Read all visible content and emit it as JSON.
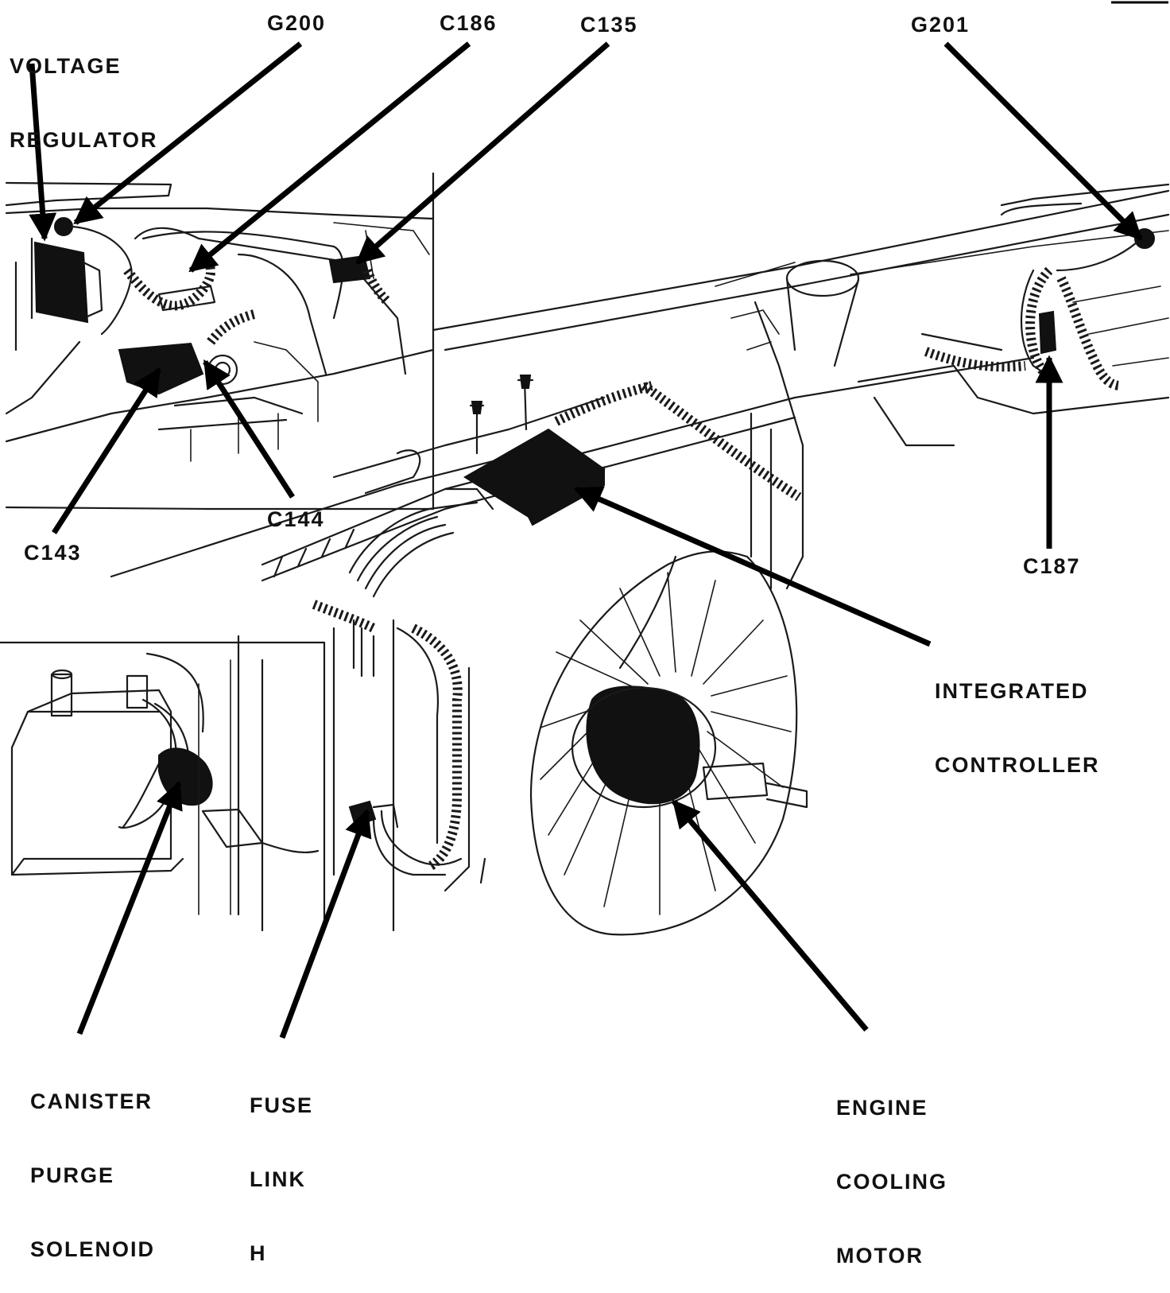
{
  "labels": {
    "voltage_regulator": [
      "VOLTAGE",
      "REGULATOR"
    ],
    "g200": "G200",
    "c186": "C186",
    "c135": "C135",
    "g201": "G201",
    "c143": "C143",
    "c144": "C144",
    "c187": "C187",
    "integrated_controller": [
      "INTEGRATED",
      "CONTROLLER"
    ],
    "canister_purge_solenoid": [
      "CANISTER",
      "PURGE",
      "SOLENOID"
    ],
    "fuse_link_h": [
      "FUSE",
      "LINK",
      "H"
    ],
    "engine_cooling_motor": [
      "ENGINE",
      "COOLING",
      "MOTOR"
    ]
  }
}
